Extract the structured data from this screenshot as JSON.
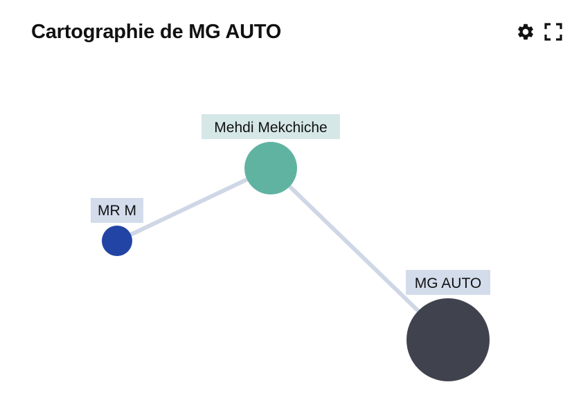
{
  "header": {
    "title": "Cartographie de MG AUTO"
  },
  "toolbar": {
    "settings_icon": "gear-icon",
    "fullscreen_icon": "fullscreen-icon"
  },
  "graph": {
    "nodes": [
      {
        "id": "mehdi",
        "label": "Mehdi Mekchiche",
        "color": "#61b3a1"
      },
      {
        "id": "mrm",
        "label": "MR M",
        "color": "#2244a4"
      },
      {
        "id": "mgauto",
        "label": "MG AUTO",
        "color": "#40434e"
      }
    ],
    "edges": [
      {
        "from": "mrm",
        "to": "mehdi"
      },
      {
        "from": "mehdi",
        "to": "mgauto"
      }
    ],
    "edge_color": "#cfd7e6"
  }
}
